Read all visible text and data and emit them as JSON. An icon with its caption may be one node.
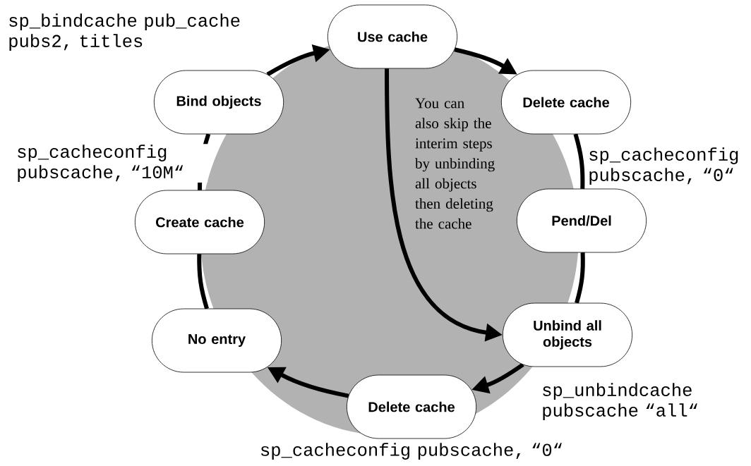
{
  "diagram": {
    "nodes": [
      {
        "text": [
          "You can also skip the interim steps by unbinding all objects then deleting the cache"
        ]
      },
      {
        "text": [
          "Use cache"
        ]
      },
      {
        "text": [
          "Bind objects"
        ]
      },
      {
        "text": [
          "Delete cache"
        ]
      },
      {
        "text": [
          "Create cache"
        ]
      },
      {
        "text": [
          "Pend/Del"
        ]
      },
      {
        "text": [
          "No entry"
        ]
      },
      {
        "text": [
          "Unbind all objects"
        ]
      },
      {
        "text": [
          "Delete cache"
        ]
      }
    ],
    "edges": [
      {
        "from": 2,
        "to": 1,
        "arrow": "to",
        "label": "sp_bindcache pub_cache pubs2, titles"
      },
      {
        "from": 1,
        "to": 3,
        "arrow": "to"
      },
      {
        "from": 3,
        "to": 5,
        "arrow": "none",
        "label": "sp_cacheconfig pubscache, “0“"
      },
      {
        "from": 5,
        "to": 7,
        "arrow": "none"
      },
      {
        "from": 7,
        "to": 8,
        "arrow": "to",
        "label": "sp_unbindcache pubscache “all“"
      },
      {
        "from": 8,
        "to": 6,
        "arrow": "to",
        "label": "sp_cacheconfig pubscache, “0“"
      },
      {
        "from": 6,
        "to": 4,
        "arrow": "none"
      },
      {
        "from": 4,
        "to": 2,
        "arrow": "none",
        "label": "sp_cacheconfig pubscache, “10M“"
      },
      {
        "from": 1,
        "to": 7,
        "arrow": "to"
      }
    ]
  }
}
